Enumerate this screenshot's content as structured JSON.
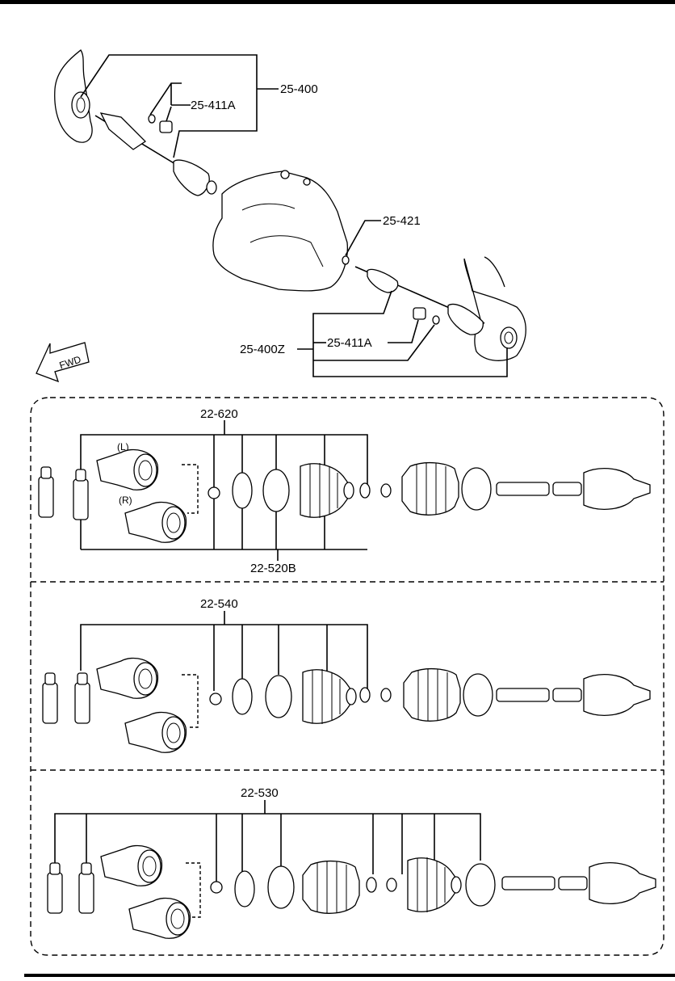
{
  "callouts": {
    "assy_left": "25-400",
    "bearing_left": "25-411A",
    "clip": "25-421",
    "assy_right": "25-400Z",
    "bearing_right": "25-411A",
    "fwd": "FWD"
  },
  "panels": [
    {
      "kit_label": "22-620",
      "bottom_label": "22-520B",
      "side_left": "(L)",
      "side_right": "(R)"
    },
    {
      "kit_label": "22-540"
    },
    {
      "kit_label": "22-530"
    }
  ]
}
